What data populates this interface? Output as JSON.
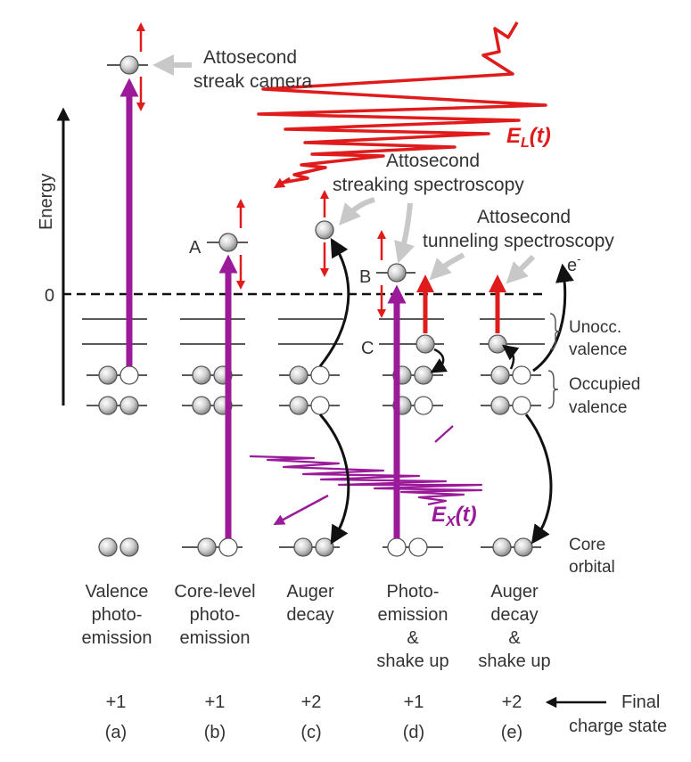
{
  "colors": {
    "xray": "#9a1a9a",
    "laser": "#e01b1b",
    "streak_arrow": "#c8c8c8",
    "decay_arrow": "#111111",
    "text": "#333333"
  },
  "axis": {
    "label": "Energy",
    "zero": "0"
  },
  "pointers": {
    "streak_camera": [
      "Attosecond",
      "streak camera"
    ],
    "streaking": [
      "Attosecond",
      "streaking spectroscopy"
    ],
    "tunneling": [
      "Attosecond",
      "tunneling spectroscopy"
    ]
  },
  "fields": {
    "laser": {
      "symbol": "E",
      "sub": "L",
      "arg": "(t)"
    },
    "xray": {
      "symbol": "E",
      "sub": "X",
      "arg": "(t)"
    }
  },
  "level_labels": {
    "unocc": [
      "Unocc.",
      "valence"
    ],
    "occ": [
      "Occupied",
      "valence"
    ],
    "core": [
      "Core",
      "orbital"
    ],
    "electron": "e",
    "electron_sup": "-"
  },
  "state_labels": {
    "a": "A",
    "b": "B",
    "c": "C"
  },
  "processes": [
    {
      "name": [
        "Valence",
        "photo-",
        "emission"
      ],
      "charge": "+1",
      "letter": "(a)"
    },
    {
      "name": [
        "Core-level",
        "photo-",
        "emission"
      ],
      "charge": "+1",
      "letter": "(b)"
    },
    {
      "name": [
        "Auger",
        "decay"
      ],
      "charge": "+2",
      "letter": "(c)"
    },
    {
      "name": [
        "Photo-",
        "emission",
        "&",
        "shake up"
      ],
      "charge": "+1",
      "letter": "(d)"
    },
    {
      "name": [
        "Auger",
        "decay",
        "&",
        "shake up"
      ],
      "charge": "+2",
      "letter": "(e)"
    }
  ],
  "final_charge": [
    "Final",
    "charge state"
  ]
}
